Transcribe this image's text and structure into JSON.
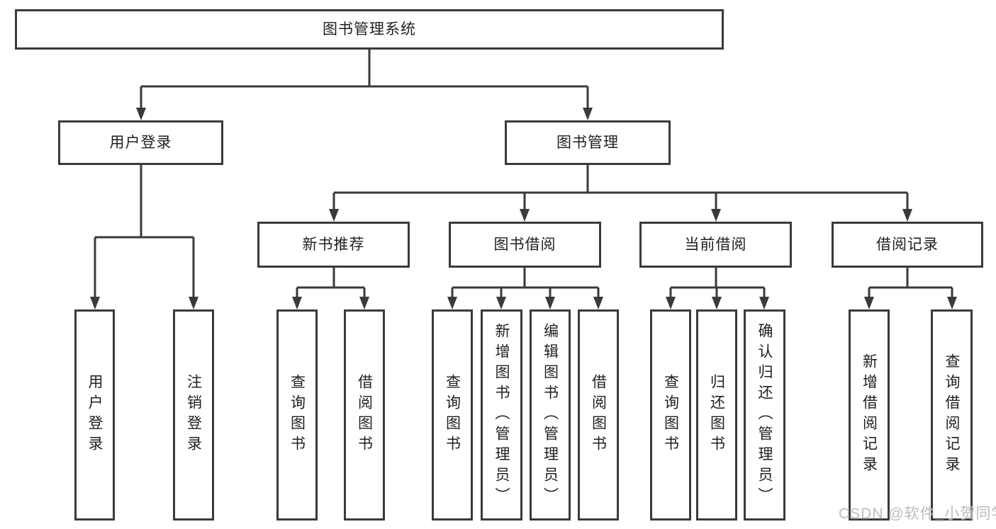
{
  "tree": {
    "root": "图书管理系统",
    "user_login": {
      "label": "用户登录",
      "children": [
        "用户登录",
        "注销登录"
      ]
    },
    "book_management": {
      "label": "图书管理",
      "modules": [
        {
          "label": "新书推荐",
          "children": [
            "查询图书",
            "借阅图书"
          ]
        },
        {
          "label": "图书借阅",
          "children": [
            "查询图书",
            "新增图书（管理员）",
            "编辑图书（管理员）",
            "借阅图书"
          ]
        },
        {
          "label": "当前借阅",
          "children": [
            "查询图书",
            "归还图书",
            "确认归还（管理员）"
          ]
        },
        {
          "label": "借阅记录",
          "children": [
            "新增借阅记录",
            "查询借阅记录"
          ]
        }
      ]
    }
  },
  "watermark": "CSDN @软件_小贺同学",
  "colors": {
    "line": "#3a3a3a",
    "text": "#1f1f1f",
    "watermark": "#b9b9b9",
    "background": "#ffffff"
  }
}
